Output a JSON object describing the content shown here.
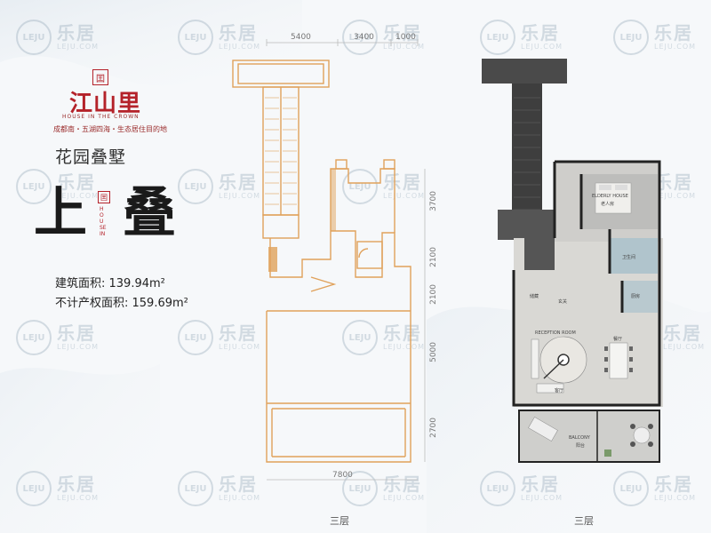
{
  "brand": {
    "seal": "囯",
    "name": "江山里",
    "english": "HOUSE IN THE CROWN",
    "slogan": "成都南・五湖四海・生态居住目的地"
  },
  "product": {
    "type": "花园叠墅",
    "title_char_1": "上",
    "title_char_2": "叠",
    "mini_seal": "囯",
    "mini_vertical": "HOUSE IN"
  },
  "areas": {
    "building_area": "建筑面积: 139.94m²",
    "non_property_area": "不计产权面积: 159.69m²"
  },
  "plans": {
    "left_label": "三层",
    "right_label": "三层"
  },
  "dimensions": {
    "top": [
      "5400",
      "3400",
      "1000"
    ],
    "bottom": "7800",
    "right": [
      "3700",
      "2100",
      "2100",
      "5000",
      "2700"
    ]
  },
  "rooms": {
    "elderly_room_en": "ELDERLY HOUSE",
    "elderly_room": "老人房",
    "reception_en": "RECEPTION ROOM",
    "reception": "客厅",
    "dining": "餐厅",
    "kitchen": "厨房",
    "balcony_en": "BALCONY",
    "balcony": "阳台",
    "bathroom": "卫生间",
    "entry": "玄关",
    "storage": "储藏"
  },
  "watermark": {
    "logo": "LEJU",
    "cn": "乐居",
    "en": "LEJU.COM"
  },
  "colors": {
    "brand_red": "#b4222a",
    "plan_orange": "#e0a15a",
    "wall_dark": "#333333"
  }
}
